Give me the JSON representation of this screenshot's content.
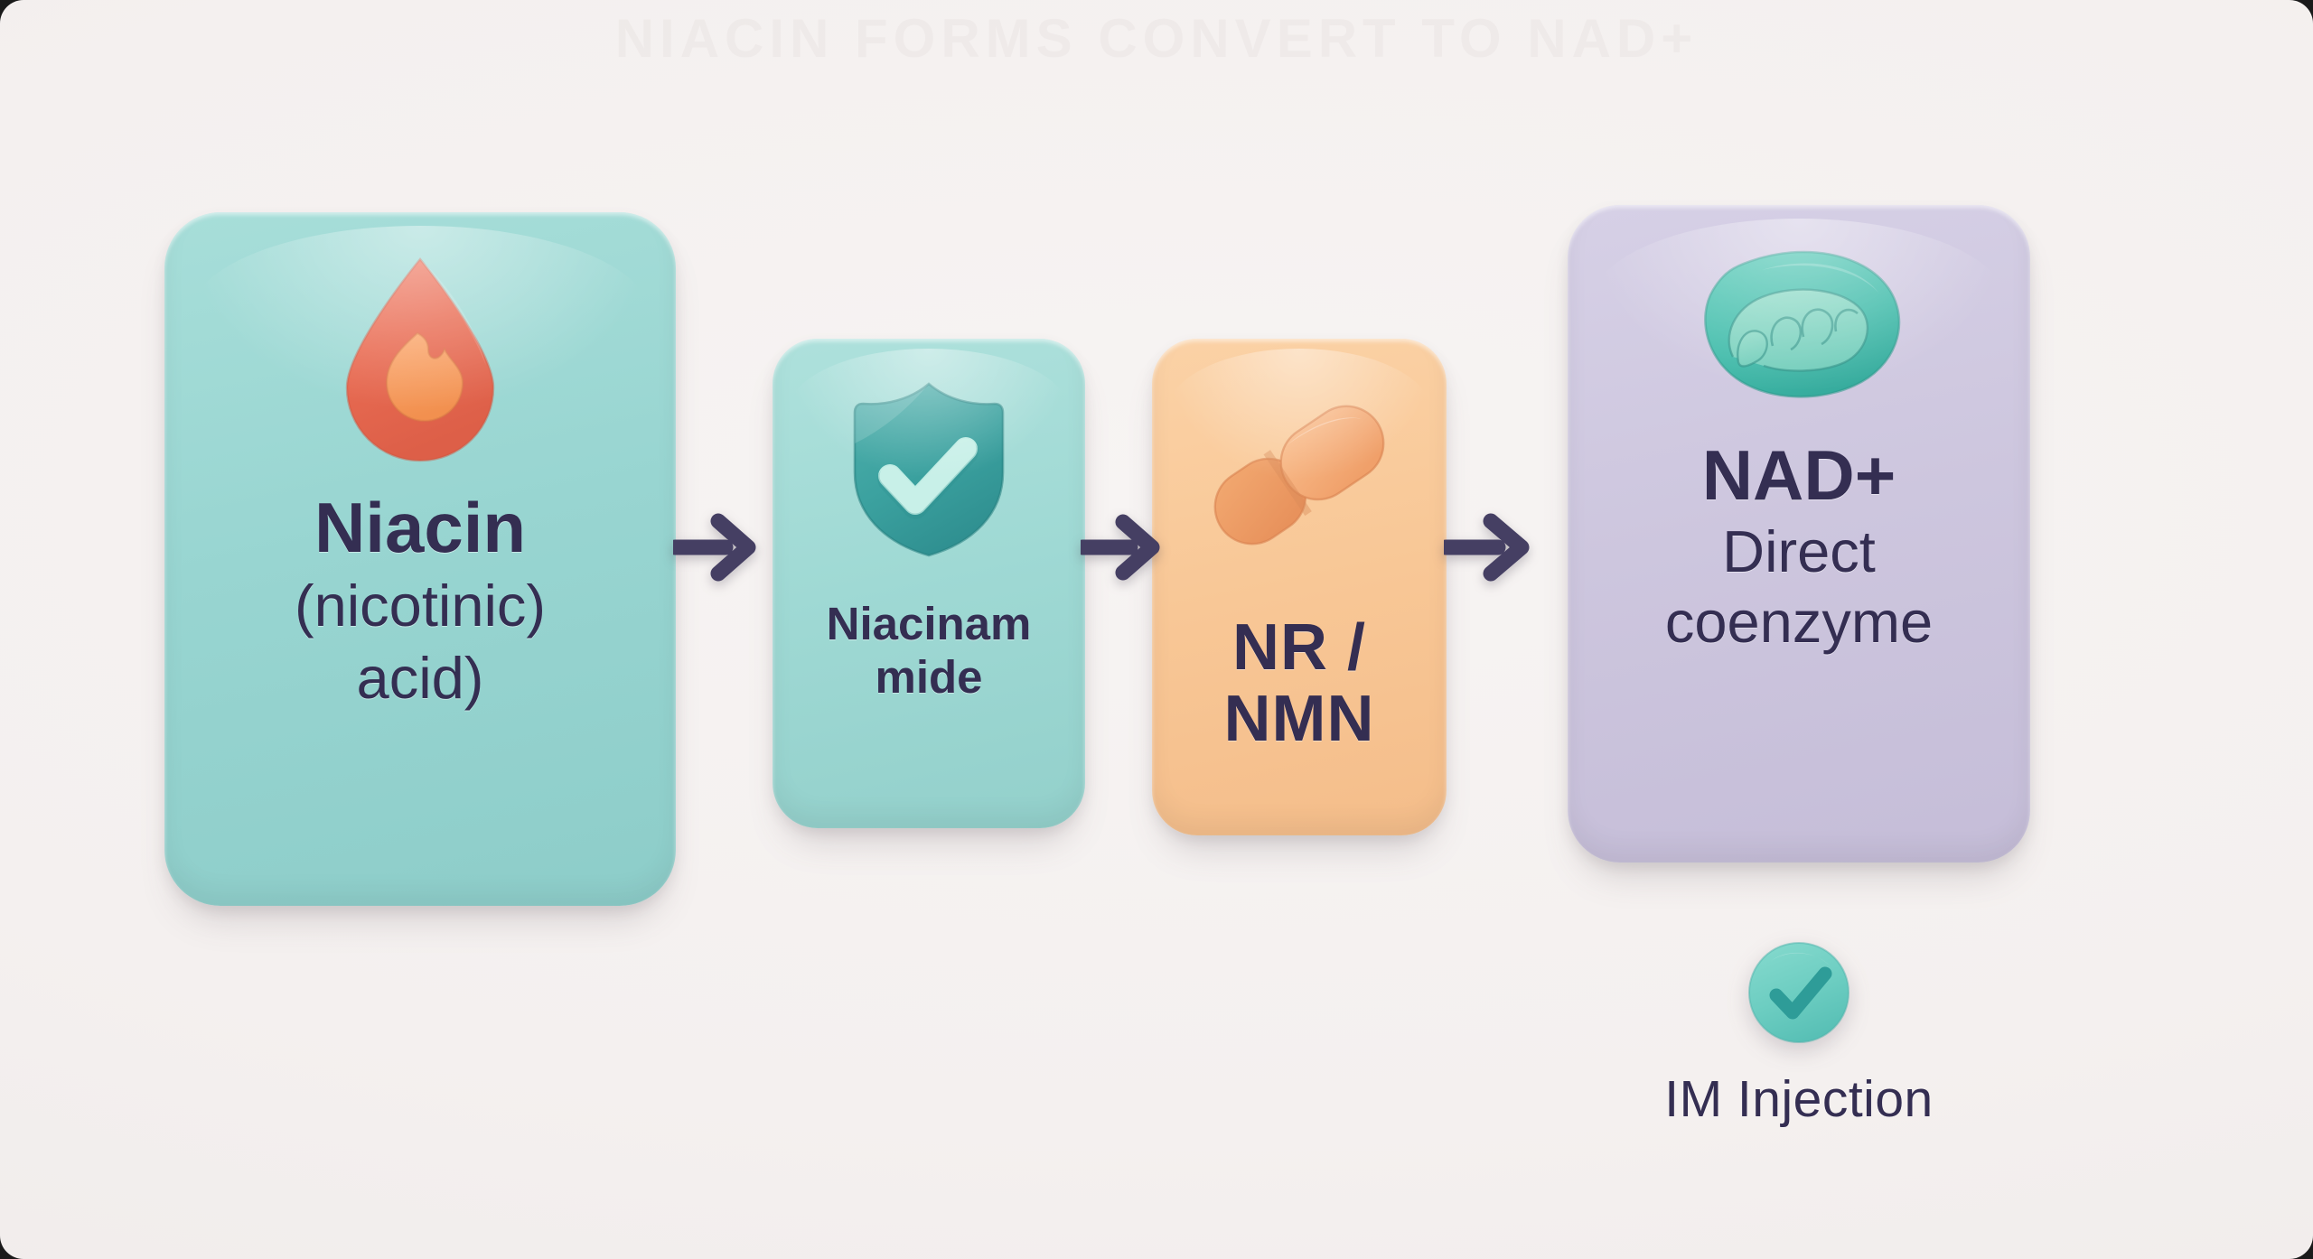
{
  "meta": {
    "background_color": "#f5f1f0",
    "text_color": "#342e52",
    "arrow_color": "#453f63",
    "watermark_text": "NIACIN FORMS CONVERT TO NAD+"
  },
  "flow": {
    "steps": [
      {
        "id": "niacin",
        "icon": "blood-drop-flame-icon",
        "icon_colors": {
          "outer": "#ea6a52",
          "inner": "#f79a62"
        },
        "card_color": "#9ad8d4",
        "title": "Niacin",
        "sub_1": "(nicotinic)",
        "sub_2": "acid)"
      },
      {
        "id": "niacinamide",
        "icon": "shield-check-icon",
        "icon_colors": {
          "outer": "#3fa0a2",
          "inner": "#b8ece2"
        },
        "card_color": "#a4ddd8",
        "title": "Niacinam",
        "sub_1": "mide",
        "sub_2": ""
      },
      {
        "id": "nr-nmn",
        "icon": "capsule-pill-icon",
        "icon_colors": {
          "outer": "#f0a36a",
          "inner": "#f6b988"
        },
        "card_color": "#f9c998",
        "title": "NR /",
        "sub_1": "NMN",
        "sub_2": ""
      },
      {
        "id": "nad-plus",
        "icon": "mitochondrion-icon",
        "icon_colors": {
          "outer": "#49bdae",
          "inner": "#86d8c5"
        },
        "card_color": "#cfc9e0",
        "title": "NAD+",
        "sub_1": "Direct",
        "sub_2": "coenzyme"
      }
    ],
    "connectors": [
      {
        "id": "arrow-1",
        "from": "niacin",
        "to": "niacinamide",
        "glyph": "arrow-right-icon"
      },
      {
        "id": "arrow-2",
        "from": "niacinamide",
        "to": "nr-nmn",
        "glyph": "arrow-right-icon"
      },
      {
        "id": "arrow-3",
        "from": "nr-nmn",
        "to": "nad-plus",
        "glyph": "arrow-right-icon"
      }
    ]
  },
  "legend": {
    "badge_icon": "check-circle-icon",
    "badge_color": "#6fcfc4",
    "badge_check_color": "#2e9c98",
    "label": "IM Injection"
  }
}
